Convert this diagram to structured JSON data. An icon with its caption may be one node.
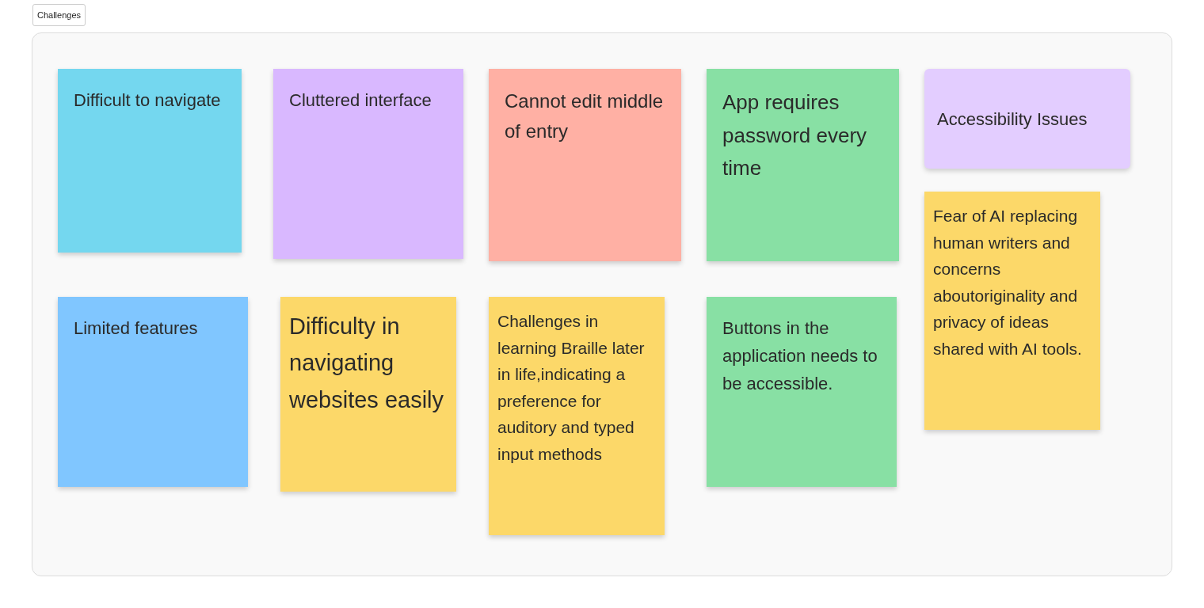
{
  "diagram": {
    "nodes": [
      {
        "text": [
          "Challenges"
        ]
      },
      {
        "text": [
          "Difficult to navigate"
        ],
        "in": 0
      },
      {
        "text": [
          "Cluttered interface"
        ],
        "in": 0
      },
      {
        "text": [
          "Cannot edit middle of entry"
        ],
        "in": 0
      },
      {
        "text": [
          "App requires password every time"
        ],
        "in": 0
      },
      {
        "text": [
          "Accessibility Issues"
        ],
        "in": 0
      },
      {
        "text": [
          "Fear of AI replacing human writers and concerns aboutoriginality and privacy of ideas shared with AI tools."
        ],
        "in": 0
      },
      {
        "text": [
          "Limited features"
        ],
        "in": 0
      },
      {
        "text": [
          "Difficulty in navigating websites easily"
        ],
        "in": 0
      },
      {
        "text": [
          "Challenges in learning Braille later in life,indicating a preference for auditory and typed input methods"
        ],
        "in": 0
      },
      {
        "text": [
          "Buttons in the application needs to be accessible."
        ],
        "in": 0
      }
    ]
  }
}
